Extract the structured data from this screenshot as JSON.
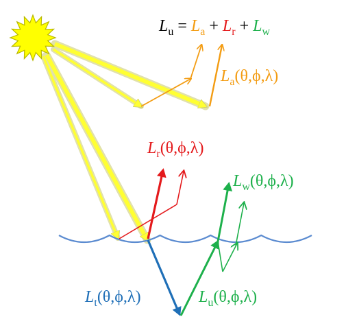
{
  "colors": {
    "black": "#000000",
    "orange": "#F39C12",
    "red": "#E41A1C",
    "green": "#1DB04B",
    "blue": "#1F6FB7",
    "water": "#5B8BD0",
    "sun_fill": "#FFFF00",
    "sun_stroke": "#B8B800",
    "ray": "#FFFF33",
    "ray_glow": "#D8D890"
  },
  "equation": {
    "lhs": "L",
    "lhs_sub": "u",
    "eq": " = ",
    "t1": "L",
    "t1_sub": "a",
    "plus1": " + ",
    "t2": "L",
    "t2_sub": "r",
    "plus2": " + ",
    "t3": "L",
    "t3_sub": "w"
  },
  "labels": {
    "La": {
      "sym": "L",
      "sub": "a",
      "args": "(θ,ϕ,λ)"
    },
    "Lr": {
      "sym": "L",
      "sub": "r",
      "args": "(θ,ϕ,λ)"
    },
    "Lw": {
      "sym": "L",
      "sub": "w",
      "args": "(θ,ϕ,λ)"
    },
    "Lt": {
      "sym": "L",
      "sub": "t",
      "args": "(θ,ϕ,λ)"
    },
    "Lu": {
      "sym": "L",
      "sub": "u",
      "args": "(θ,ϕ,λ)"
    }
  }
}
